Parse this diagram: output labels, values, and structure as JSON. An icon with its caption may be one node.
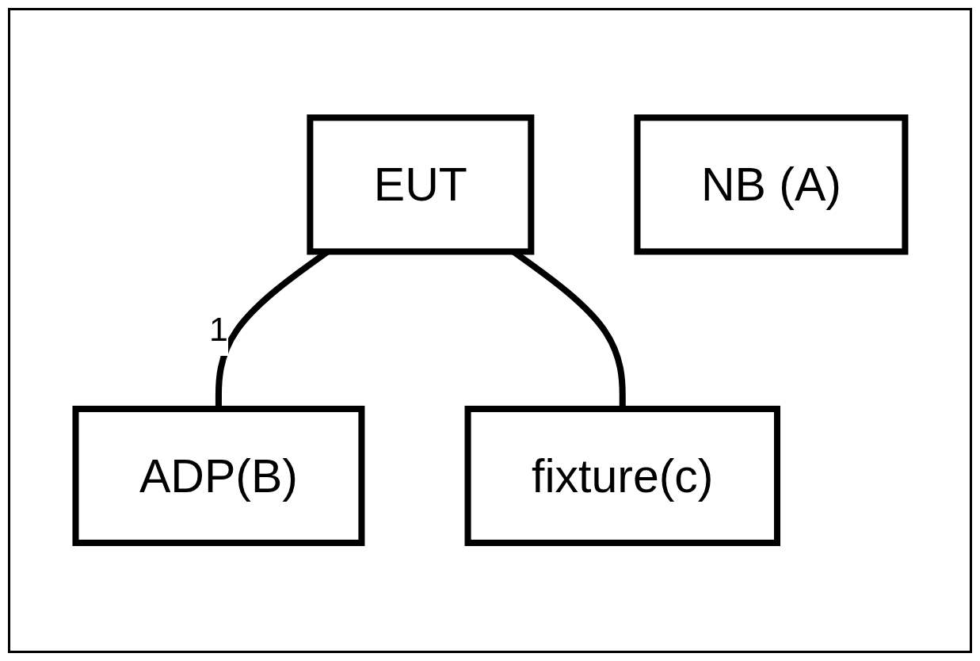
{
  "diagram": {
    "nodes": [
      {
        "text": [
          "EUT"
        ]
      },
      {
        "text": [
          "ADP(B)"
        ]
      },
      {
        "text": [
          "fixture(c)"
        ]
      },
      {
        "text": [
          "NB (A)"
        ]
      }
    ],
    "edges": [
      {
        "from": 0,
        "to": 1,
        "arrow": "none",
        "label": "1"
      },
      {
        "from": 0,
        "to": 2,
        "arrow": "none"
      }
    ]
  }
}
